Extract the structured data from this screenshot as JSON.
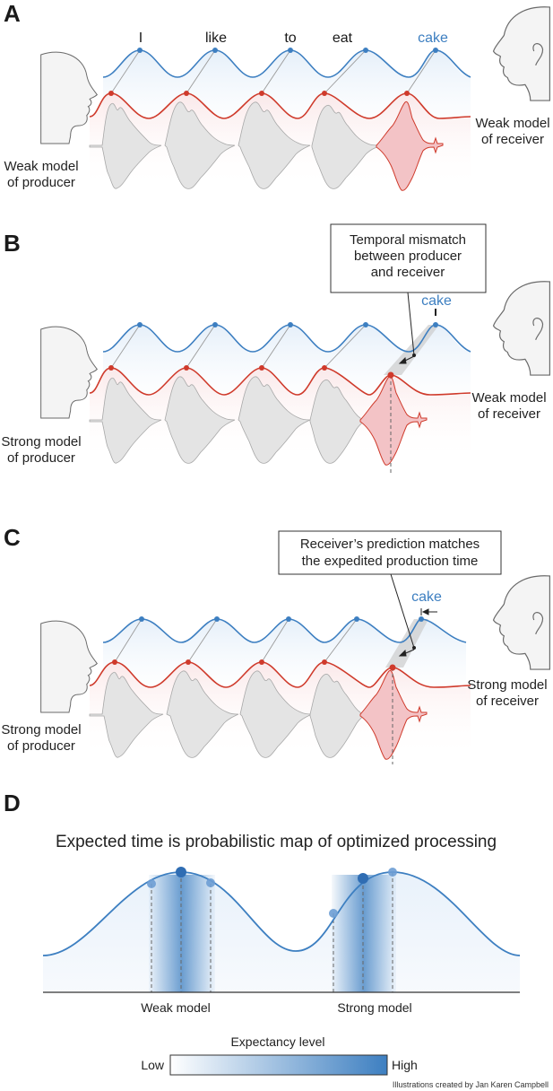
{
  "panels": {
    "a": {
      "letter": "A",
      "words": [
        "I",
        "like",
        "to",
        "eat"
      ],
      "final_word": "cake",
      "producer": [
        "Weak model",
        "of producer"
      ],
      "receiver": [
        "Weak model",
        "of receiver"
      ]
    },
    "b": {
      "letter": "B",
      "final_word": "cake",
      "callout": [
        "Temporal mismatch",
        "between producer",
        "and receiver"
      ],
      "producer": [
        "Strong model",
        "of producer"
      ],
      "receiver": [
        "Weak model",
        "of receiver"
      ]
    },
    "c": {
      "letter": "C",
      "final_word": "cake",
      "callout": [
        "Receiver’s prediction matches",
        "the expedited production time"
      ],
      "producer": [
        "Strong model",
        "of producer"
      ],
      "receiver": [
        "Strong model",
        "of receiver"
      ]
    },
    "d": {
      "letter": "D",
      "title": "Expected time is probabilistic map of optimized processing",
      "weak_label": "Weak model",
      "strong_label": "Strong model",
      "legend_title": "Expectancy level",
      "legend_low": "Low",
      "legend_high": "High"
    }
  },
  "credit": "Illustrations created by Jan Karen Campbell",
  "colors": {
    "receiver_wave": "#3d7fc1",
    "producer_wave": "#cf3a2b",
    "waveform": "#e3e3e3",
    "waveform_highlight": "#f2c1c3",
    "legend_high": "#3d7fc1"
  },
  "icons": [
    "producer-head-icon",
    "receiver-head-icon"
  ]
}
